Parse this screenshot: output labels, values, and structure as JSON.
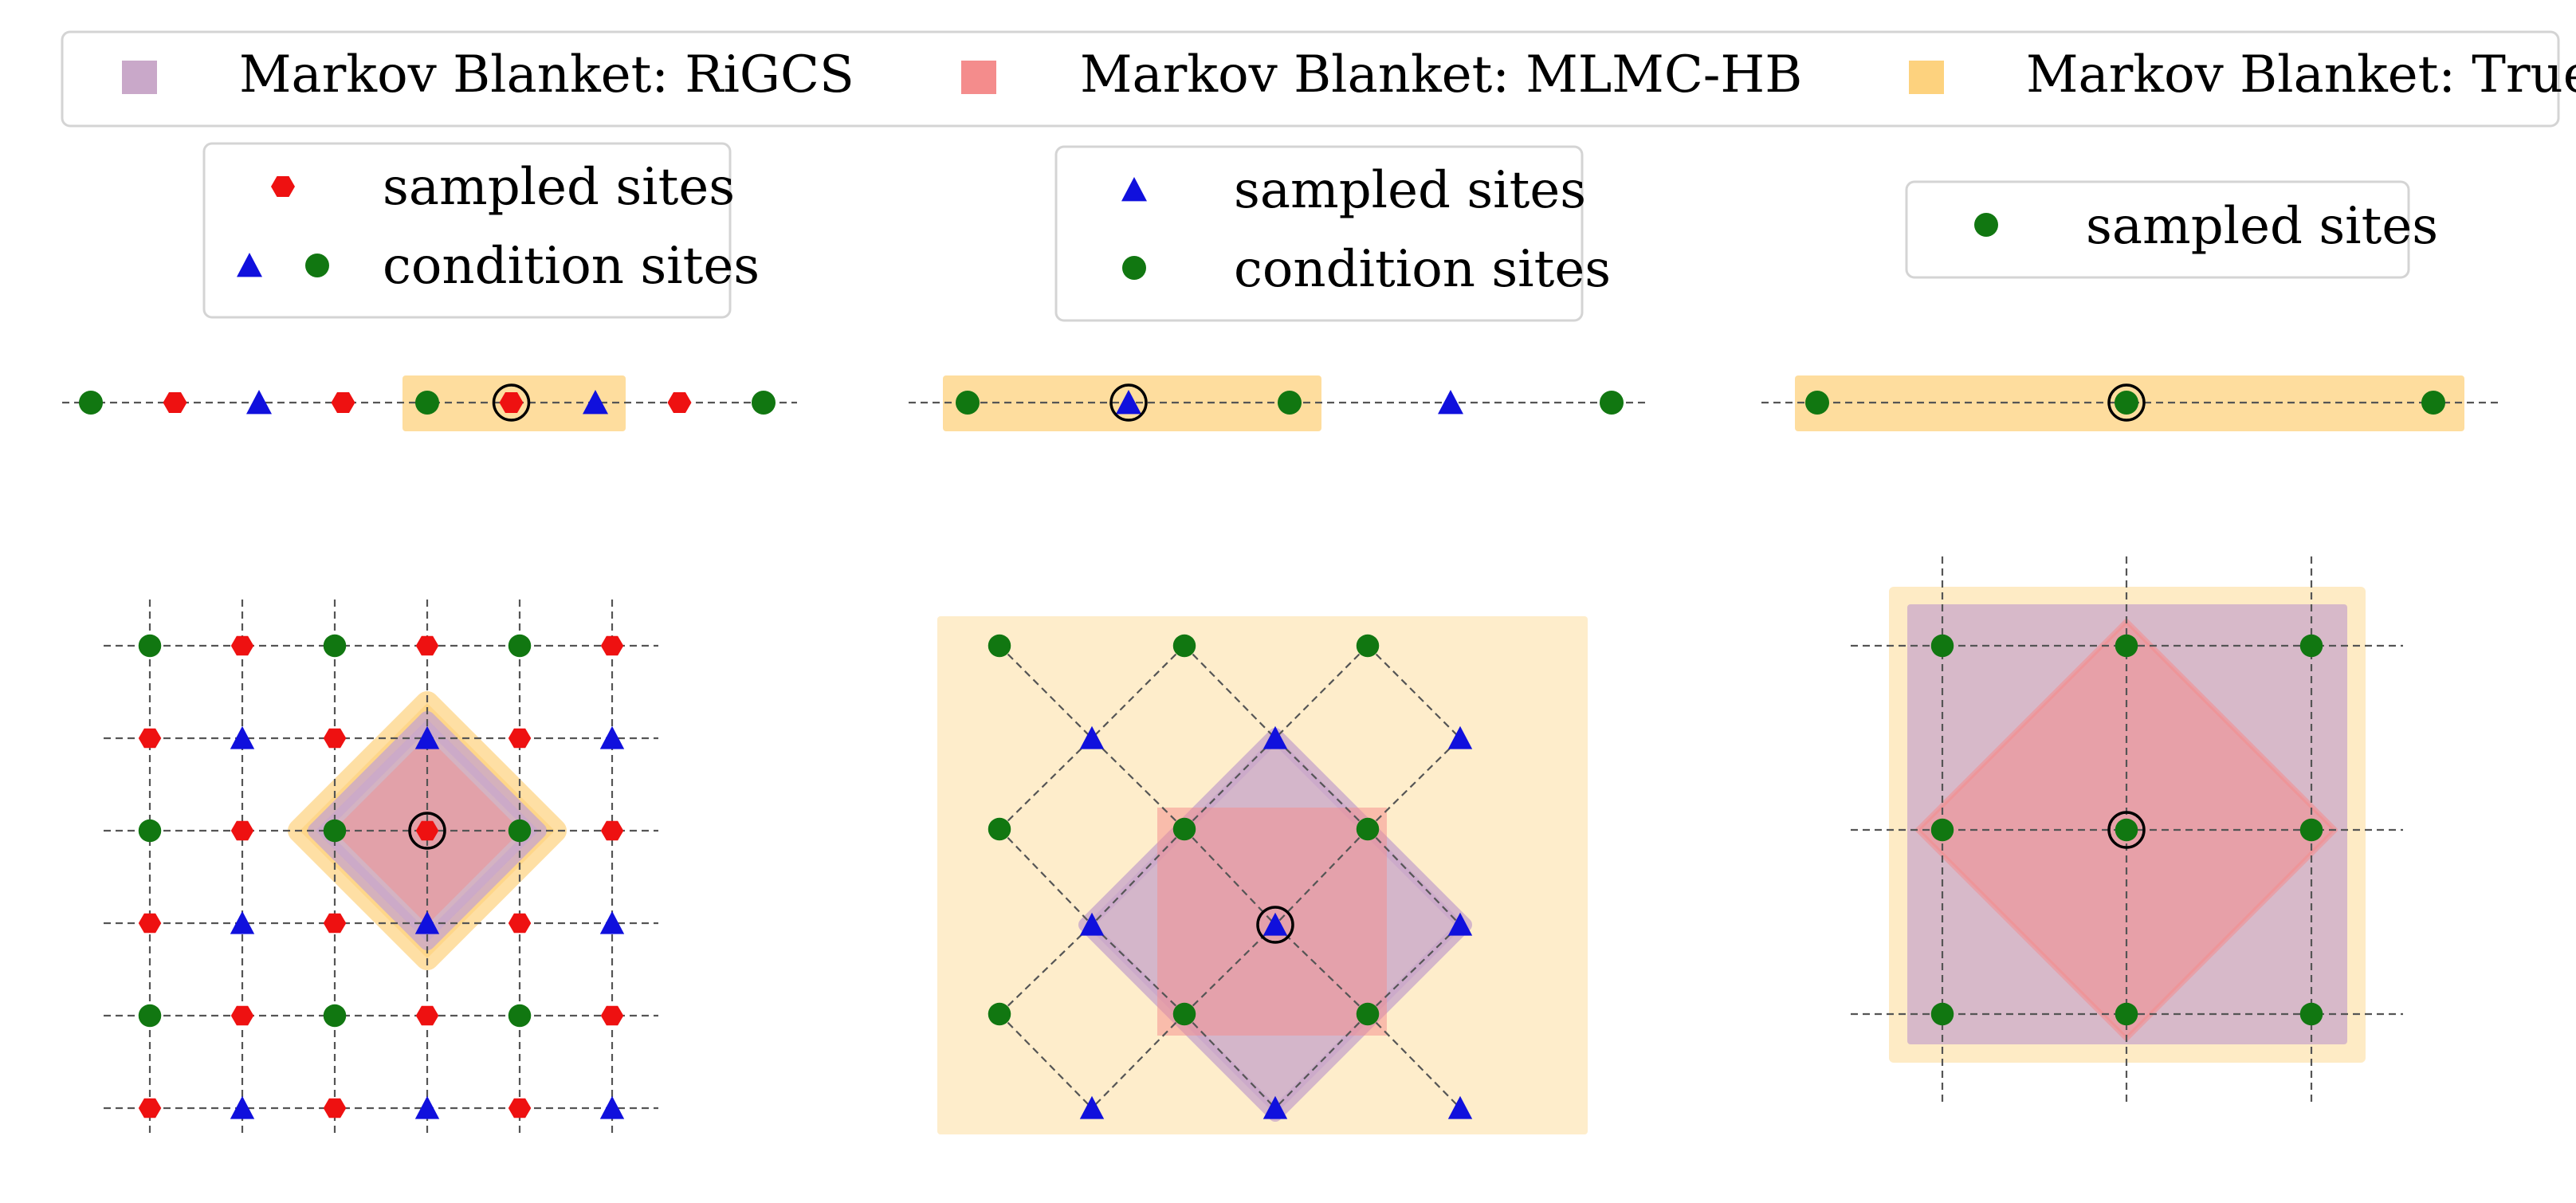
{
  "colors": {
    "rigcs": "#c9a8c9",
    "mlmc_hb": "#f48c8c",
    "true_mb": "#fdd27e",
    "red": "#ee1111",
    "blue": "#1010dd",
    "green": "#117711",
    "grid": "#555555"
  },
  "legend": {
    "items": [
      {
        "label": "Markov Blanket: RiGCS",
        "color_key": "rigcs"
      },
      {
        "label": "Markov Blanket: MLMC-HB",
        "color_key": "mlmc_hb"
      },
      {
        "label": "Markov Blanket: True",
        "color_key": "true_mb"
      }
    ]
  },
  "panels": [
    {
      "legend": [
        {
          "label": "sampled sites",
          "markers": [
            "red-hexagon"
          ]
        },
        {
          "label": "condition sites",
          "markers": [
            "blue-triangle",
            "green-circle"
          ]
        }
      ],
      "chain_pattern": [
        "green",
        "red",
        "blue",
        "red"
      ],
      "grid_pattern": "three-color checkerboard"
    },
    {
      "legend": [
        {
          "label": "sampled sites",
          "markers": [
            "blue-triangle"
          ]
        },
        {
          "label": "condition sites",
          "markers": [
            "green-circle"
          ]
        }
      ],
      "chain_pattern": [
        "green",
        "blue"
      ],
      "grid_pattern": "two-color diamond lattice"
    },
    {
      "legend": [
        {
          "label": "sampled sites",
          "markers": [
            "green-circle"
          ]
        }
      ],
      "chain_pattern": [
        "green"
      ],
      "grid_pattern": "single-color square lattice"
    }
  ]
}
